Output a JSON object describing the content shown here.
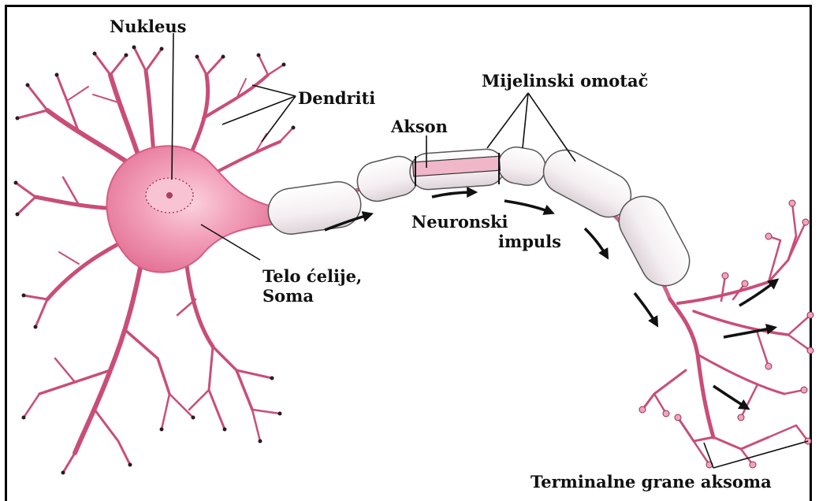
{
  "labels": {
    "nucleus": "Nukleus",
    "dendrites": "Dendriti",
    "myelin": "Mijelinski omotač",
    "axon": "Akson",
    "impulse_line1": "Neuronski",
    "impulse_line2": "impuls",
    "soma_line1": "Telo ćelije,",
    "soma_line2": "Soma",
    "terminals": "Terminalne grane aksoma"
  },
  "colors": {
    "soma_fill": "#f3a3bc",
    "soma_core": "#e9799b",
    "dendrite": "#c94e77",
    "dendrite_tip": "#2a1a22",
    "myelin_fill": "#f6f1f3",
    "myelin_stroke": "#555555",
    "arrow": "#111111"
  }
}
